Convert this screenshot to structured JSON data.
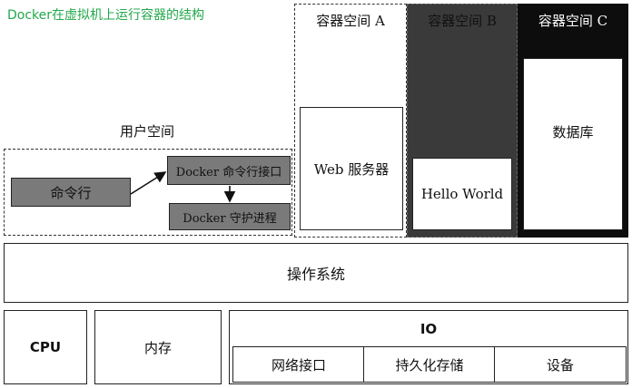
{
  "caption": "Docker在虚拟机上运行容器的结构",
  "user_space": {
    "label": "用户空间",
    "cli": "命令行",
    "docker_api": "Docker 命令行接口",
    "daemon": "Docker 守护进程"
  },
  "containers": [
    {
      "title": "容器空间 A",
      "app": "Web 服务器"
    },
    {
      "title": "容器空间 B",
      "app": "Hello World"
    },
    {
      "title": "容器空间 C",
      "app": "数据库"
    }
  ],
  "os": {
    "label": "操作系统"
  },
  "hardware": {
    "cpu": "CPU",
    "memory": "内存",
    "io": "IO",
    "io_items": [
      "网络接口",
      "持久化存储",
      "设备"
    ]
  },
  "colors": {
    "caption": "#22a84a",
    "container_b_bg": "#3a3a3a",
    "container_c_bg": "#0d0d0d",
    "gray_box": "#7a7a7a"
  }
}
